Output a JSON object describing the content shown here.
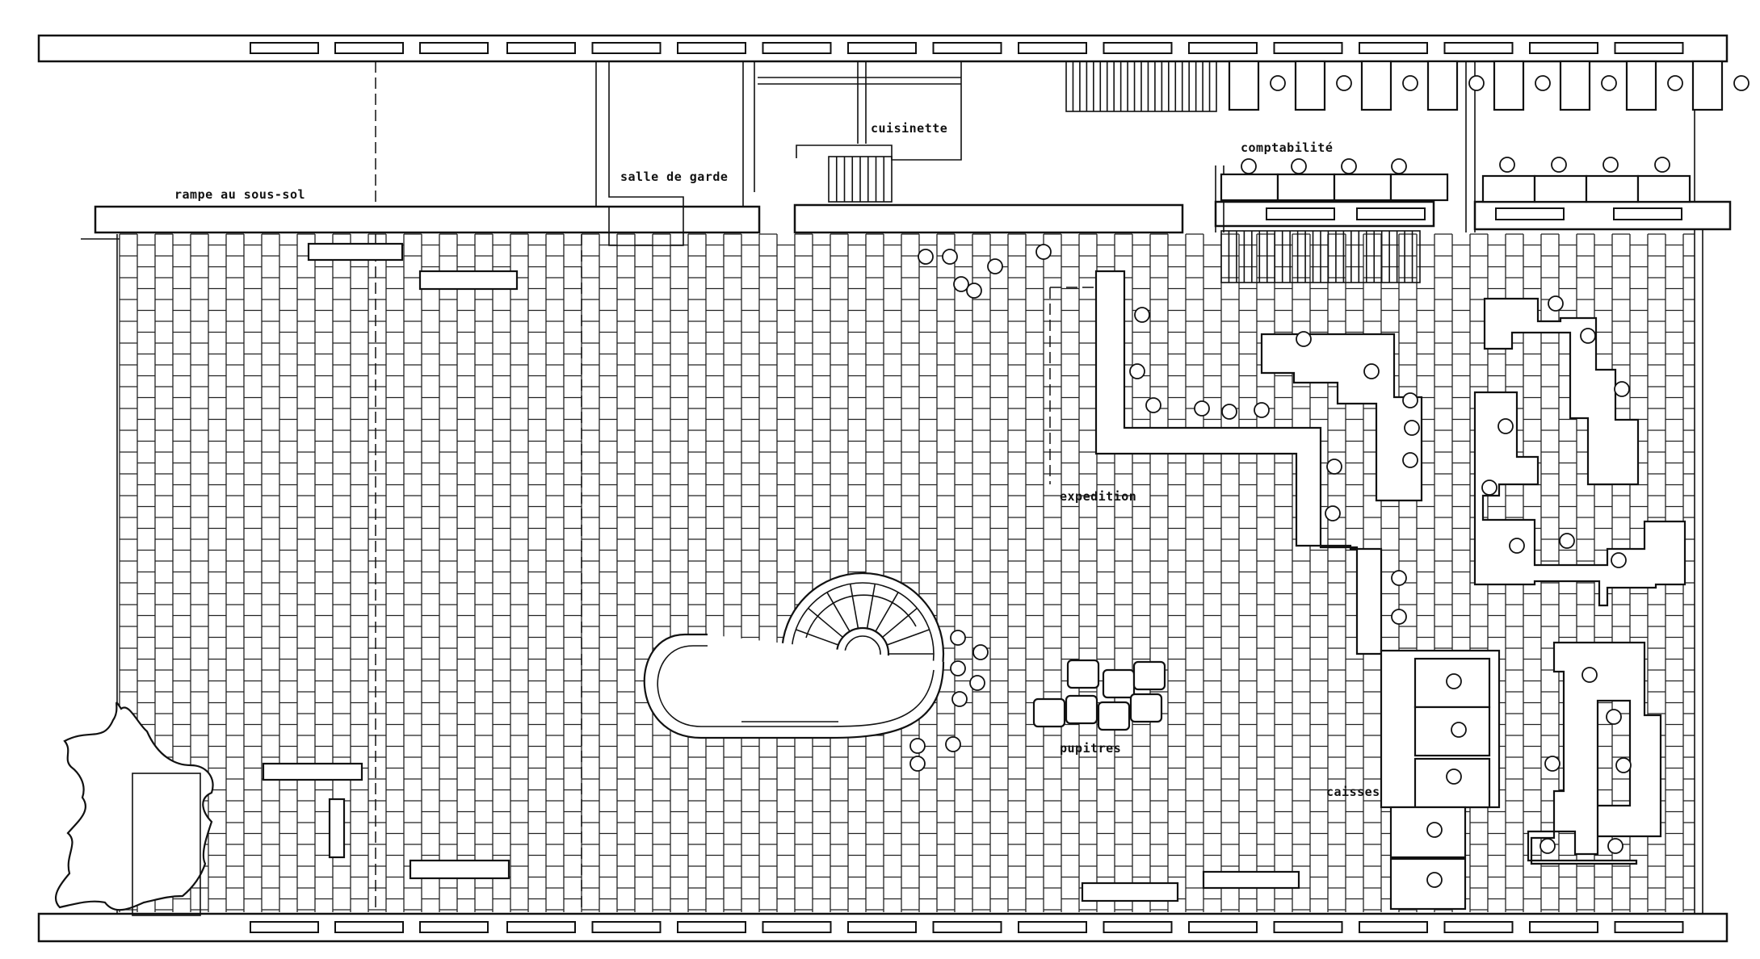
{
  "labels": {
    "ramp": "rampe au sous-sol",
    "cloakroom": "salle de garde",
    "kitchenette": "cuisinette",
    "accounting": "comptabilité",
    "shipping": "expedition",
    "desks": "pupitres",
    "cashiers": "caisses"
  }
}
